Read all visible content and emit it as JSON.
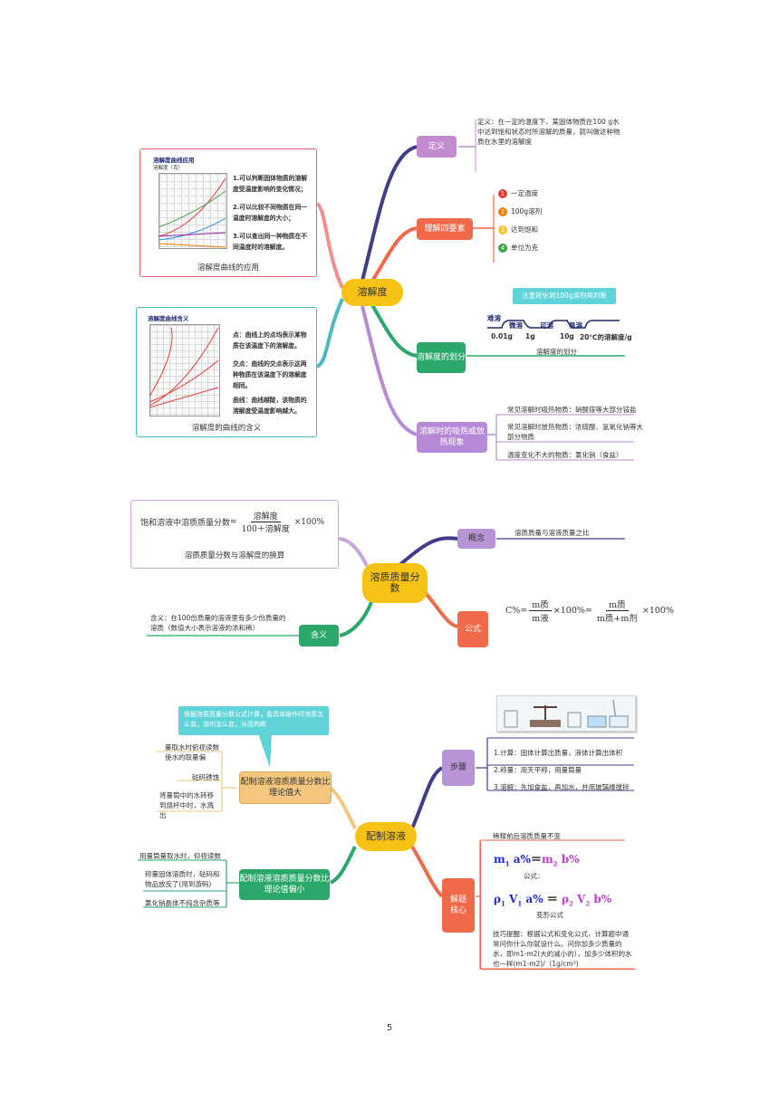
{
  "map1": {
    "center": "溶解度",
    "def": {
      "tag": "定义",
      "text": "定义：在一定的温度下，某固体物质在100 g水中达到饱和状态时所溶解的质量，就叫做这种物质在水里的溶解度"
    },
    "four": {
      "tag": "理解四要素",
      "items": [
        {
          "n": "1",
          "label": "一定温度",
          "color": "#e53935"
        },
        {
          "n": "2",
          "label": "100g溶剂",
          "color": "#f57c00"
        },
        {
          "n": "3",
          "label": "达到饱和",
          "color": "#fbc02d"
        },
        {
          "n": "4",
          "label": "单位为克",
          "color": "#43a047"
        }
      ]
    },
    "division": {
      "tag": "溶解度的划分",
      "note": "注意转化到100g溶剂再判断",
      "levels": [
        "难溶",
        "微溶",
        "可溶",
        "易溶"
      ],
      "ticks": [
        "0.01g",
        "1g",
        "10g",
        "20℃的溶解度/g"
      ],
      "caption": "溶解度的划分"
    },
    "heat": {
      "tag": "溶解时的吸热或放热现象",
      "items": [
        "常见溶解时吸热物质：硝酸铵等大部分铵盐",
        "常见溶解时放热物质：浓硫酸、氢氧化钠等大部分物质",
        "温度变化不大的物质：氯化钠（食盐）"
      ]
    },
    "app": {
      "title": "溶解度曲线应用",
      "ylabel": "溶解度（克）",
      "points": [
        "1.可以判断固体物质的溶解度受温度影响的变化情况；",
        "2.可以比较不同物质在同一温度时溶解度的大小；",
        "3.可以查出同一种物质在不同温度时的溶解度。"
      ],
      "caption": "溶解度曲线的应用"
    },
    "meaning": {
      "title": "溶解度曲线含义",
      "points": [
        "点：曲线上的点均表示某物质在该温度下的溶解度。",
        "交点：曲线的交点表示这两种物质在该温度下的溶解度相同。",
        "曲线：曲线越陡，该物质的溶解度受温度影响越大。"
      ],
      "caption": "溶解度的曲线的含义"
    }
  },
  "map2": {
    "center": "溶质质量分数",
    "concept": {
      "tag": "概念",
      "text": "溶质质量与溶液质量之比"
    },
    "formula": {
      "tag": "公式",
      "C": "C%",
      "mz": "m质",
      "my": "m液",
      "mj": "m剂",
      "pct": "×100%"
    },
    "meaning": {
      "tag": "含义",
      "text": "含义：在100份质量的溶液里有多少份质量的溶质（数值大小表示溶液的浓和稀）"
    },
    "conv": {
      "lhs": "饱和溶液中溶质质量分数",
      "num": "溶解度",
      "den": "100＋溶解度",
      "pct": "×100%",
      "caption": "溶质质量分数与溶解度的换算"
    }
  },
  "map3": {
    "center": "配制溶液",
    "hint": "根据溶质质量分数公式计算，看具体操作时溶质怎么变，溶剂怎么变，从而判断",
    "big": {
      "tag": "配制溶液溶质质量分数比理论值大",
      "items": [
        "量取水时俯视读数使水的取量偏",
        "砝码锈蚀",
        "将量筒中的水转移到烧杯中时，水溅出"
      ]
    },
    "small": {
      "tag": "配制溶液溶质质量分数比理论值偏小",
      "items": [
        "用量筒量取水时，仰视读数",
        "称量固体溶质时，砝码和物品放反了(用到游码)",
        "氯化钠晶体不纯含杂质等"
      ]
    },
    "steps": {
      "tag": "步骤",
      "items": [
        "1.计算：固体计算出质量，液体计算出体积",
        "2.称量：用天平称，用量筒量",
        "3.溶解：先加食盐，再加水，并用玻璃棒搅拌"
      ]
    },
    "core": {
      "tag": "解题核心",
      "title": "稀释前后溶质质量不变",
      "f1_label": "公式：",
      "f2_label": "变形公式",
      "tip": "技巧提醒：根据公式和变化公式，计算题中通常问你什么你就设什么。问你加多少质量的水，即m1-m2(大的减小的），加多少体积的水也一样(m1-m2)/（1g/cm³)"
    }
  },
  "page_number": "5"
}
